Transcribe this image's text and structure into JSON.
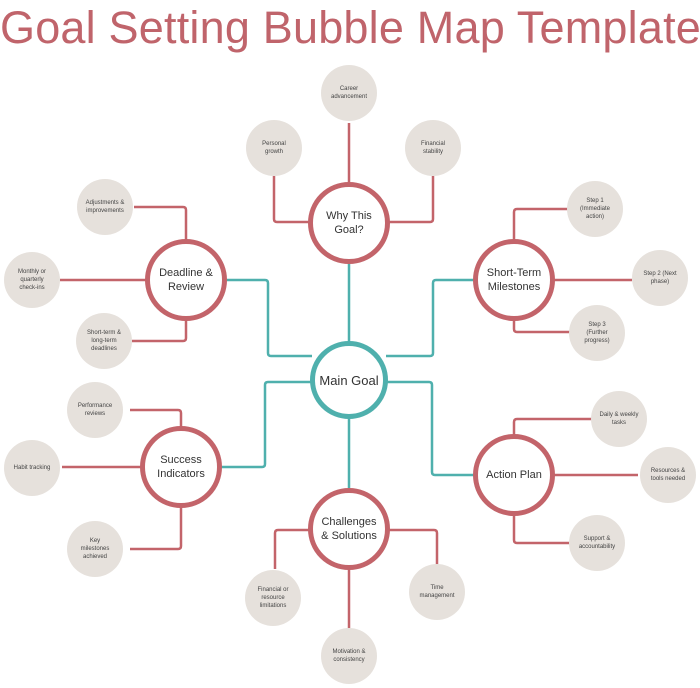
{
  "title": "Goal Setting Bubble Map Template",
  "colors": {
    "title": "#c0646b",
    "category_stroke": "#c3646a",
    "main_stroke": "#4fb0ad",
    "leaf_fill": "#e6e1dc"
  },
  "main_goal": {
    "label": "Main Goal"
  },
  "categories": [
    {
      "id": "why",
      "label": "Why This Goal?",
      "items": [
        "Personal growth",
        "Career advancement",
        "Financial stability"
      ]
    },
    {
      "id": "deadline",
      "label": "Deadline & Review",
      "items": [
        "Adjustments & improvements",
        "Monthly or quarterly check-ins",
        "Short-term & long-term deadlines"
      ]
    },
    {
      "id": "milestones",
      "label": "Short-Term Milestones",
      "items": [
        "Step 1 (Immediate action)",
        "Step 2 (Next phase)",
        "Step 3 (Further progress)"
      ]
    },
    {
      "id": "success",
      "label": "Success Indicators",
      "items": [
        "Performance reviews",
        "Habit tracking",
        "Key milestones achieved"
      ]
    },
    {
      "id": "action",
      "label": "Action Plan",
      "items": [
        "Daily & weekly tasks",
        "Resources & tools needed",
        "Support & accountability"
      ]
    },
    {
      "id": "challenges",
      "label": "Challenges & Solutions",
      "items": [
        "Financial or resource limitations",
        "Motivation & consistency",
        "Time management"
      ]
    }
  ]
}
